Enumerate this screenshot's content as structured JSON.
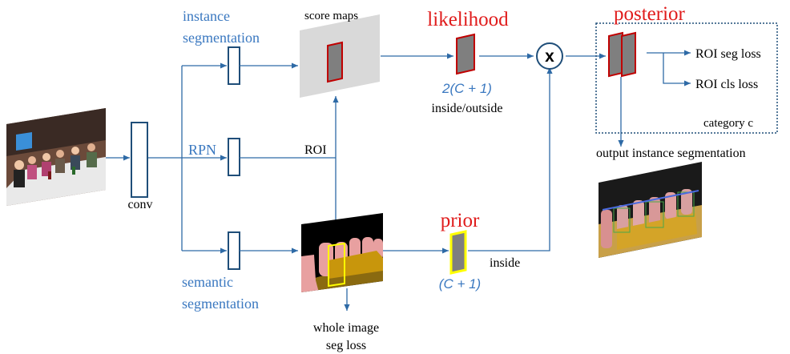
{
  "labels": {
    "instance_line1": "instance",
    "instance_line2": "segmentation",
    "rpn": "RPN",
    "semantic_line1": "semantic",
    "semantic_line2": "segmentation",
    "conv": "conv",
    "score_maps": "score maps",
    "roi": "ROI",
    "likelihood": "likelihood",
    "likelihood_dims": "2(C + 1)",
    "inside_outside": "inside/outside",
    "prior": "prior",
    "prior_dims": "(C + 1)",
    "inside": "inside",
    "multiply_symbol": "x",
    "posterior": "posterior",
    "roi_seg_loss": "ROI seg loss",
    "roi_cls_loss": "ROI cls loss",
    "category": "category c",
    "output_instance_seg": "output instance segmentation",
    "whole_image_line1": "whole image",
    "whole_image_line2": "seg loss"
  },
  "colors": {
    "arrow": "#2e6aa6",
    "blue_text": "#3a78c0",
    "red_text": "#e01b1b",
    "box_stroke": "#1f4e79",
    "map_fill": "#d9d9d9",
    "gray_block": "#7f7f7f",
    "dark_red": "#c00000",
    "yellow": "#ffff00"
  }
}
